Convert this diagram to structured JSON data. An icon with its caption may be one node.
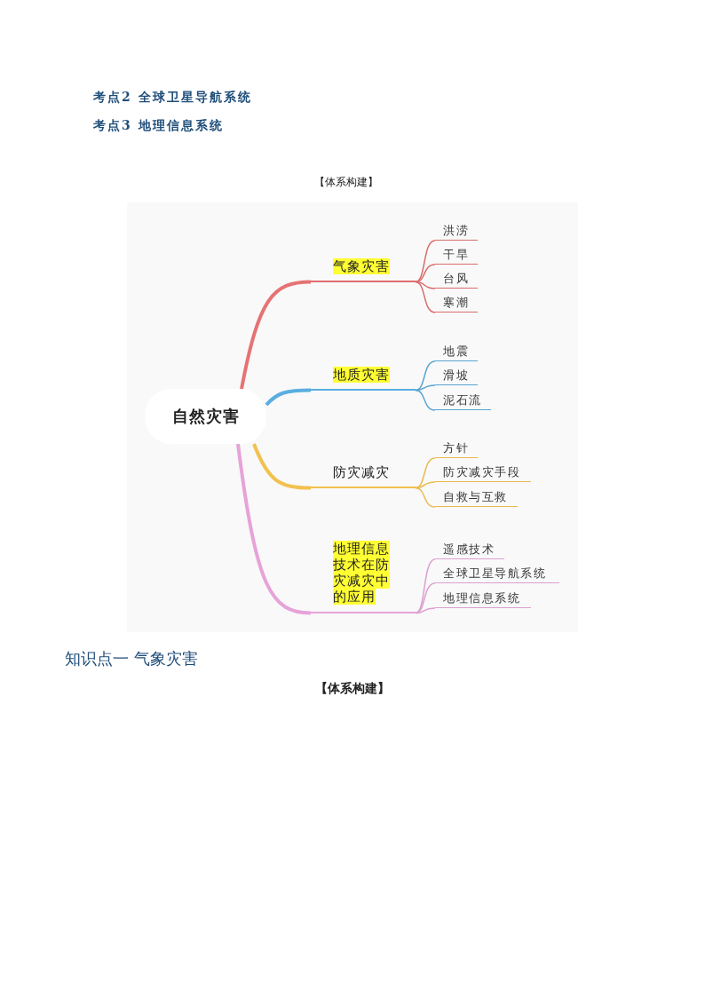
{
  "diagram": {
    "nodes": [
      {
        "text": [
          "自然灾害"
        ]
      },
      {
        "text": [
          "气象灾害"
        ]
      },
      {
        "text": [
          "洪涝"
        ]
      },
      {
        "text": [
          "干旱"
        ]
      },
      {
        "text": [
          "台风"
        ]
      },
      {
        "text": [
          "寒潮"
        ]
      },
      {
        "text": [
          "地质灾害"
        ]
      },
      {
        "text": [
          "地震"
        ]
      },
      {
        "text": [
          "滑坡"
        ]
      },
      {
        "text": [
          "泥石流"
        ]
      },
      {
        "text": [
          "防灾减灾"
        ]
      },
      {
        "text": [
          "方针"
        ]
      },
      {
        "text": [
          "防灾减灾手段"
        ]
      },
      {
        "text": [
          "自救与互救"
        ]
      },
      {
        "text": [
          "地理信息技术在防灾减灾中的应用"
        ]
      },
      {
        "text": [
          "遥感技术"
        ]
      },
      {
        "text": [
          "全球卫星导航系统"
        ]
      },
      {
        "text": [
          "地理信息系统"
        ]
      }
    ],
    "edges": [
      {
        "from": 0,
        "to": 1,
        "arrow": "none",
        "style": "thick",
        "color": "#e67373"
      },
      {
        "from": 1,
        "to": 2,
        "arrow": "none",
        "color": "#d96b6b"
      },
      {
        "from": 1,
        "to": 3,
        "arrow": "none",
        "color": "#d96b6b"
      },
      {
        "from": 1,
        "to": 4,
        "arrow": "none",
        "color": "#d96b6b"
      },
      {
        "from": 1,
        "to": 5,
        "arrow": "none",
        "color": "#d96b6b"
      },
      {
        "from": 0,
        "to": 6,
        "arrow": "none",
        "style": "thick",
        "color": "#5aaee0"
      },
      {
        "from": 6,
        "to": 7,
        "arrow": "none",
        "color": "#5aa5d0"
      },
      {
        "from": 6,
        "to": 8,
        "arrow": "none",
        "color": "#5aa5d0"
      },
      {
        "from": 6,
        "to": 9,
        "arrow": "none",
        "color": "#5aa5d0"
      },
      {
        "from": 0,
        "to": 10,
        "arrow": "none",
        "style": "thick",
        "color": "#f2c14e"
      },
      {
        "from": 10,
        "to": 11,
        "arrow": "none",
        "color": "#eab94e"
      },
      {
        "from": 10,
        "to": 12,
        "arrow": "none",
        "color": "#eab94e"
      },
      {
        "from": 10,
        "to": 13,
        "arrow": "none",
        "color": "#eab94e"
      },
      {
        "from": 0,
        "to": 14,
        "arrow": "none",
        "style": "thick",
        "color": "#e6a3d8"
      },
      {
        "from": 14,
        "to": 15,
        "arrow": "none",
        "color": "#dc9fd0"
      },
      {
        "from": 14,
        "to": 16,
        "arrow": "none",
        "color": "#dc9fd0"
      },
      {
        "from": 14,
        "to": 17,
        "arrow": "none",
        "color": "#dc9fd0"
      }
    ],
    "labels": [
      "考点2 全球卫星导航系统",
      "考点3 地理信息系统",
      "【体系构建】",
      "知识点一 气象灾害",
      "【体系构建】"
    ]
  }
}
